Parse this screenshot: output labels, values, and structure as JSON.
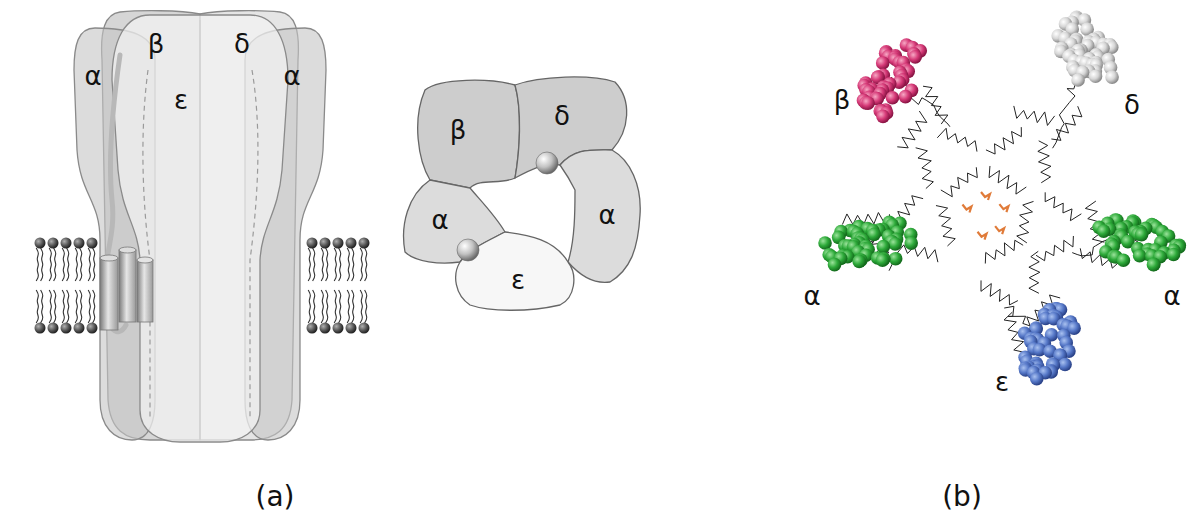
{
  "diagram": {
    "nodes": [
      {
        "text": [
          "α"
        ]
      },
      {
        "text": [
          "β"
        ]
      },
      {
        "text": [
          "ε"
        ]
      },
      {
        "text": [
          "δ"
        ]
      },
      {
        "text": [
          "α"
        ]
      },
      {
        "text": [
          "β"
        ]
      },
      {
        "text": [
          "δ"
        ]
      },
      {
        "text": [
          "α"
        ]
      },
      {
        "text": [
          "α"
        ]
      },
      {
        "text": [
          "ε"
        ]
      }
    ],
    "labels": [
      "β",
      "δ",
      "α",
      "α",
      "ε",
      "(a)",
      "(b)"
    ]
  }
}
